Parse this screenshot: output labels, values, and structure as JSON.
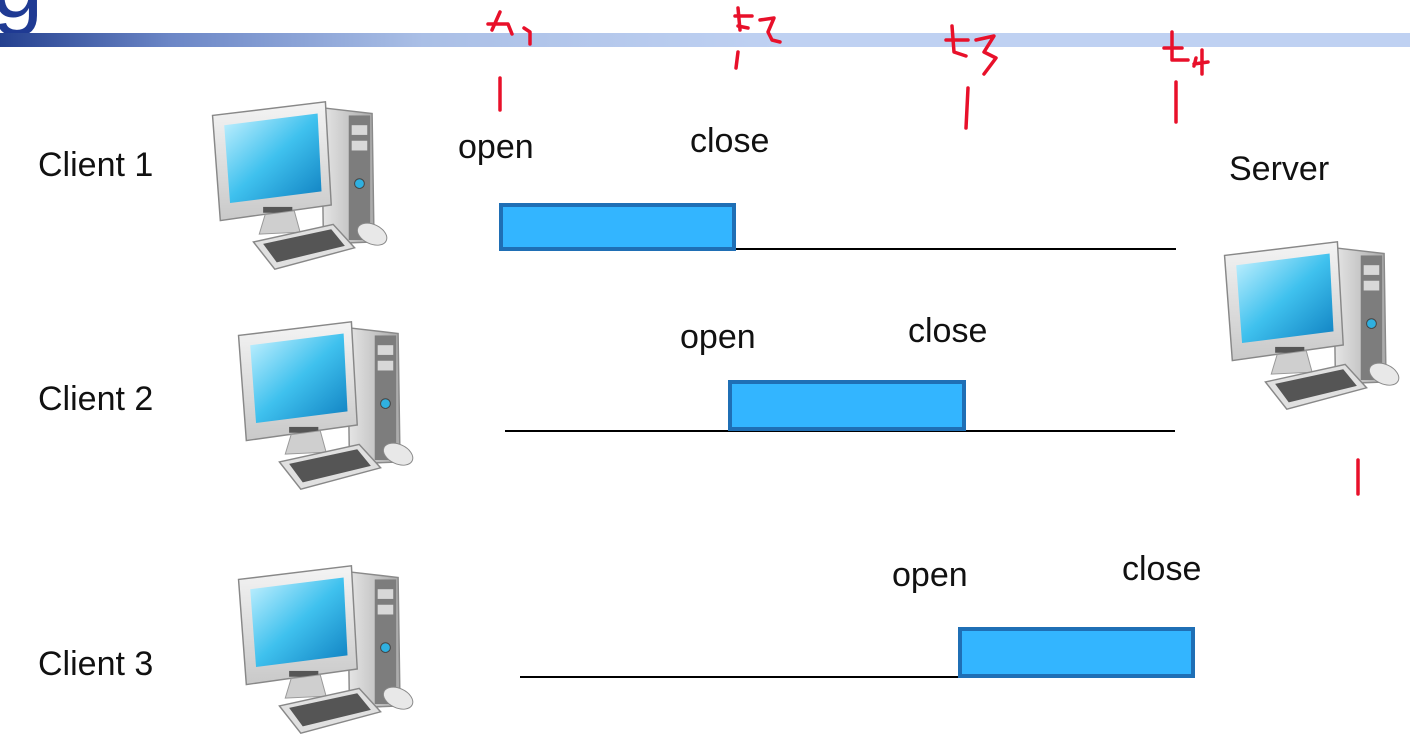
{
  "title_fragment": "g",
  "clients": [
    {
      "label": "Client 1",
      "open_label": "open",
      "close_label": "close"
    },
    {
      "label": "Client 2",
      "open_label": "open",
      "close_label": "close"
    },
    {
      "label": "Client 3",
      "open_label": "open",
      "close_label": "close"
    }
  ],
  "server": {
    "label": "Server"
  },
  "time_marks": [
    "t1",
    "t2",
    "t3",
    "t4"
  ],
  "colors": {
    "session_fill": "#33b5ff",
    "session_border": "#1f6fb5",
    "annotation": "#e8102a",
    "title": "#1f3a93"
  }
}
